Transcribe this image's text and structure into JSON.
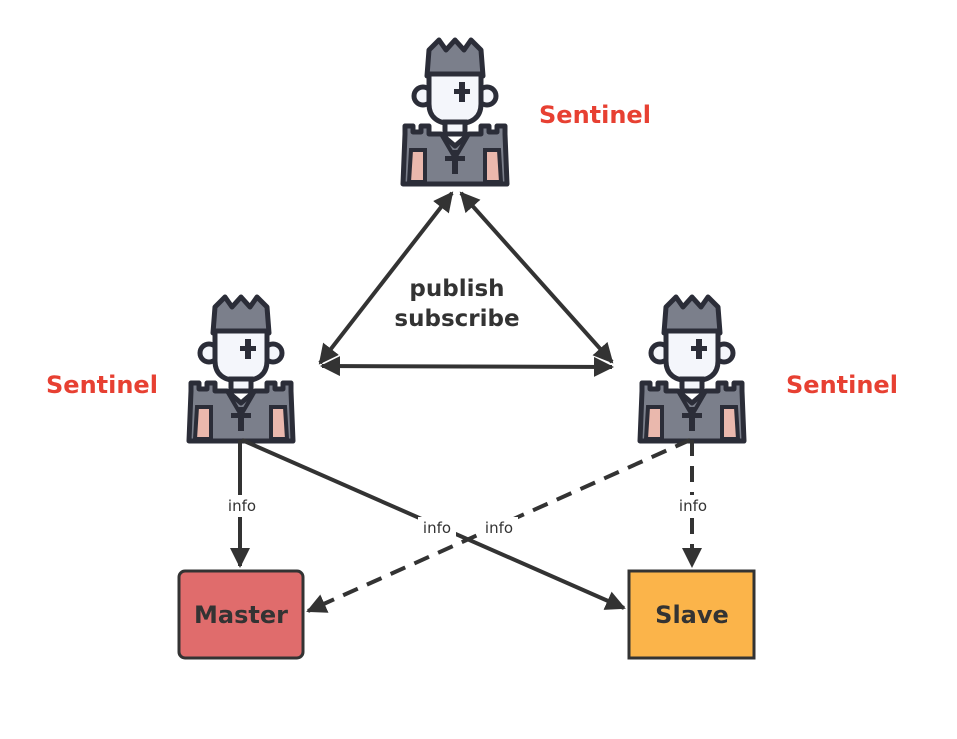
{
  "sentinels": [
    {
      "id": "top",
      "label": "Sentinel"
    },
    {
      "id": "left",
      "label": "Sentinel"
    },
    {
      "id": "right",
      "label": "Sentinel"
    }
  ],
  "center_label": {
    "line1": "publish",
    "line2": "subscribe"
  },
  "nodes": {
    "master": {
      "label": "Master"
    },
    "slave": {
      "label": "Slave"
    }
  },
  "edges": {
    "left_to_master": "info",
    "left_to_slave": "info",
    "right_to_master": "info",
    "right_to_slave": "info"
  },
  "colors": {
    "sentinel_label": "#e74032",
    "master_fill": "#e06c6c",
    "slave_fill": "#fbb44a",
    "stroke": "#333333",
    "icon_dark": "#2b2d38",
    "icon_gray": "#7b7f8b",
    "icon_face": "#f4f6fb",
    "icon_skin": "#eab8ad"
  }
}
